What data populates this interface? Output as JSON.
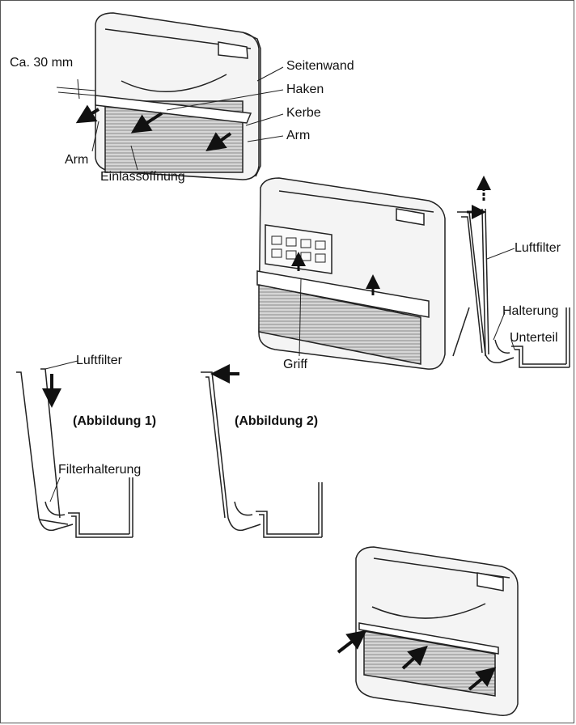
{
  "labels": {
    "distance": "Ca. 30 mm",
    "side_wall": "Seitenwand",
    "hook": "Haken",
    "notch": "Kerbe",
    "arm_right": "Arm",
    "arm_left": "Arm",
    "inlet": "Einlassöffnung",
    "air_filter_top": "Luftfilter",
    "holder": "Halterung",
    "base": "Unterteil",
    "handle": "Griff",
    "air_filter_fig1": "Luftfilter",
    "figure1": "(Abbildung 1)",
    "figure2": "(Abbildung 2)",
    "filter_holder": "Filterhalterung"
  },
  "colors": {
    "line": "#222222",
    "unit_fill": "#f2f2f2",
    "grille": "#9a9a9a",
    "arrow": "#111111"
  }
}
